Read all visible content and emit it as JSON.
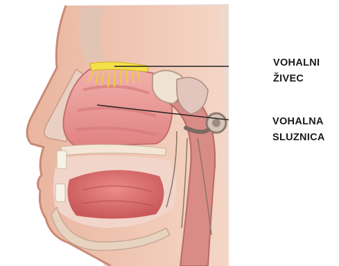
{
  "labels": {
    "olfactory_nerve": [
      "VOHALNI",
      "ŽIVEC"
    ],
    "olfactory_mucosa": [
      "VOHALNA",
      "SLUZNICA"
    ]
  },
  "colors": {
    "skin": "#f0c8b4",
    "skin_shadow": "#d99d86",
    "tissue": "#e58f8f",
    "tissue_dark": "#c25a5e",
    "bone": "#eadcc8",
    "nerve": "#f4e04a",
    "brain_bg": "#ead8d0",
    "leader": "#222222"
  }
}
